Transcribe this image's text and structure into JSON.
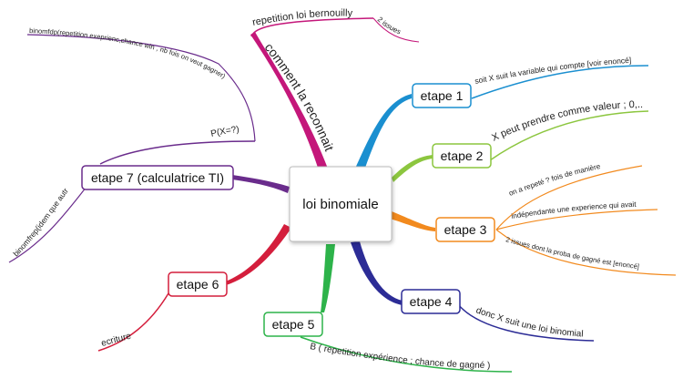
{
  "central": {
    "label": "loi binomiale"
  },
  "colors": {
    "magenta": "#c4177a",
    "blue": "#1a8fd0",
    "green_light": "#8cc63f",
    "orange": "#f28a1e",
    "navy": "#2c2c96",
    "green": "#2db34a",
    "red": "#d41e3c",
    "purple": "#6a2c8c"
  },
  "branches": {
    "reconnait": {
      "label": "comment la reconnait",
      "sub1": "repetition loi bernouilly",
      "sub2": "2 issues"
    },
    "etape1": {
      "label": "etape 1",
      "sub1": "soit X suit la variable qui compte [voir enoncé]"
    },
    "etape2": {
      "label": "etape 2",
      "sub1": "X peut prendre comme valeur ; 0,..."
    },
    "etape3": {
      "label": "etape 3",
      "sub1": "on a repeté ? fois de manière",
      "sub2": "indépendante une experience qui avait",
      "sub3": "2 issues dont la proba de gagné est [enoncé]"
    },
    "etape4": {
      "label": "etape 4",
      "sub1": "donc X suit une loi binomial"
    },
    "etape5": {
      "label": "etape 5",
      "sub1": "B ( repetition expérience ; chance de gagné )"
    },
    "etape6": {
      "label": "etape 6",
      "sub1": "ecriture"
    },
    "etape7": {
      "label": "etape 7 (calculatrice TI)",
      "sub1": "P(X=?)",
      "sub2": "binomfdp(repetition exeprienc,chance win , nb fois on veut gagner)",
      "sub3": "binomfrep(idem que autr"
    }
  }
}
